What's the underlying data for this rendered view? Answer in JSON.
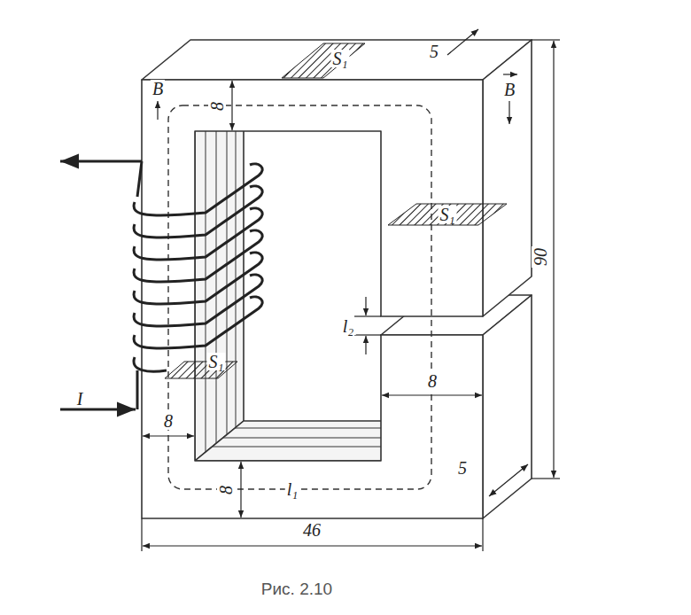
{
  "diagram": {
    "caption": "Рис. 2.10",
    "labels": [
      "B",
      "S₁",
      "8",
      "5",
      "B",
      "S₁",
      "90",
      "l₂",
      "8",
      "I",
      "S₁",
      "8",
      "5",
      "8",
      "l₁",
      "46"
    ]
  }
}
